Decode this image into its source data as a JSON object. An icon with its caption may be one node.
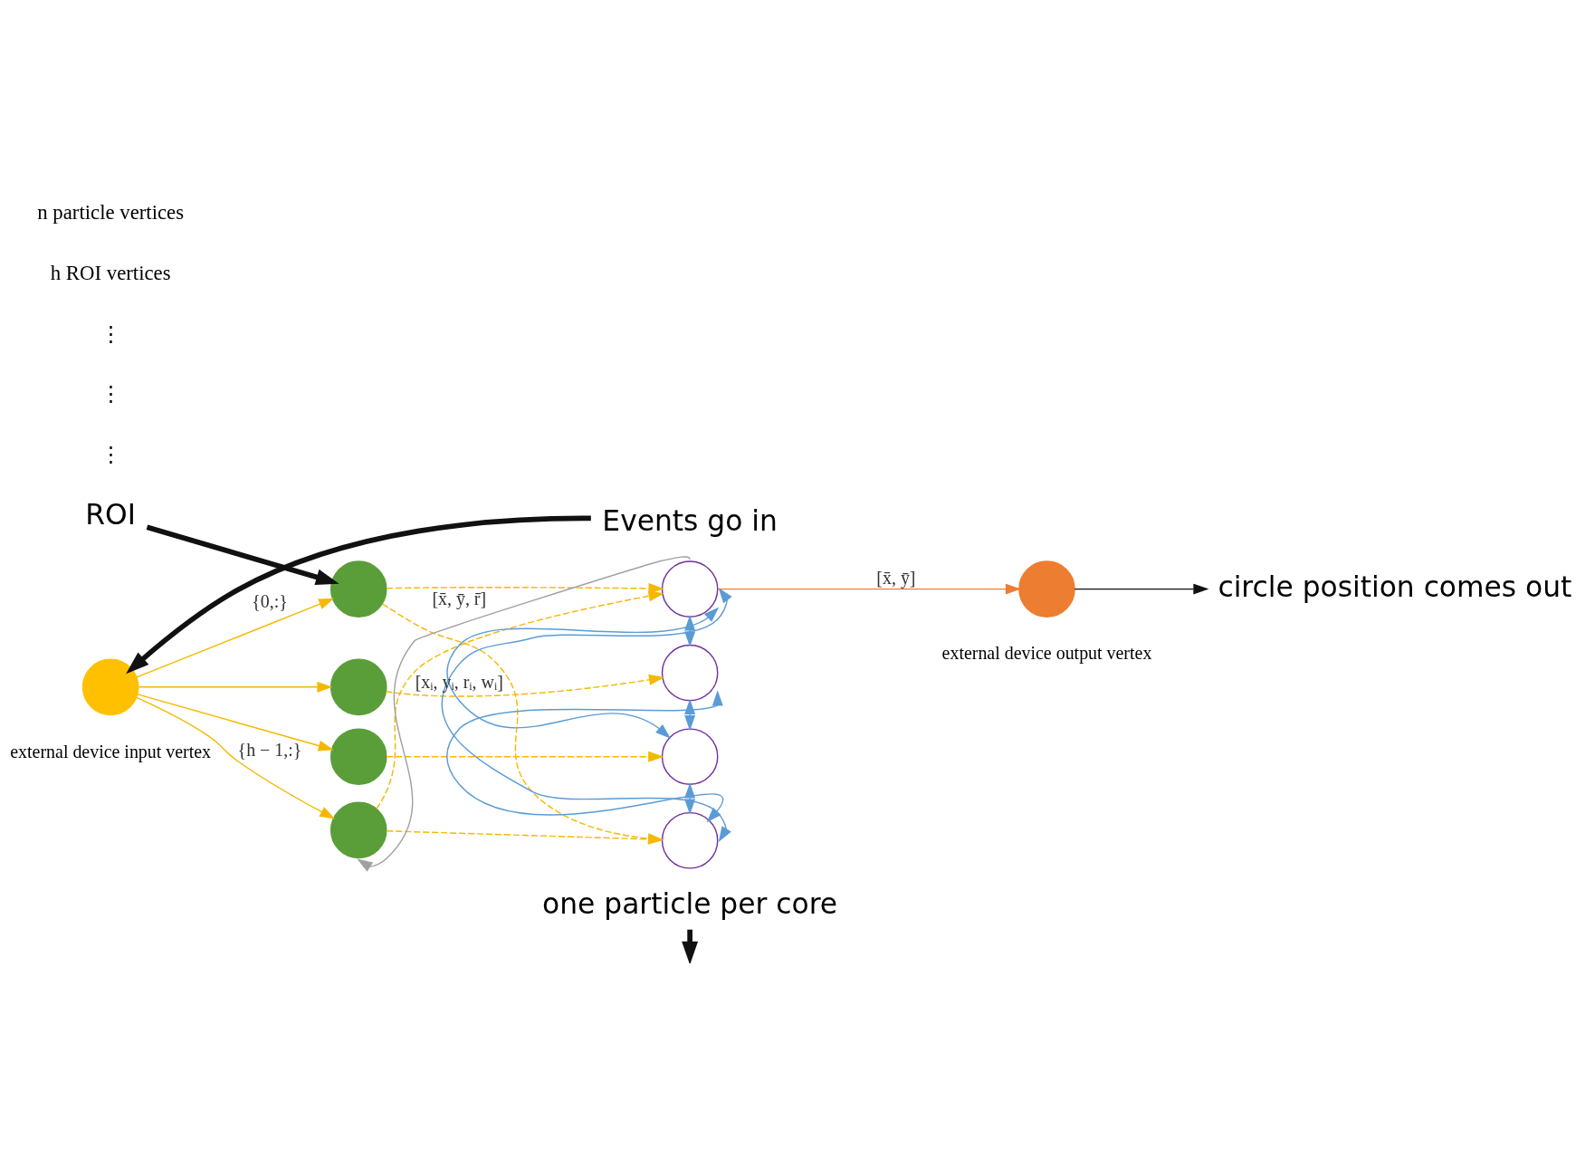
{
  "diagram": {
    "nodes": [
      {
        "text": [],
        "shape": "circle",
        "beside": [
          "external device input vertex"
        ]
      },
      {
        "text": [],
        "shape": "circle"
      },
      {
        "text": [],
        "shape": "circle"
      },
      {
        "text": [],
        "shape": "circle"
      },
      {
        "text": [],
        "shape": "circle"
      },
      {
        "text": [],
        "shape": "circle"
      },
      {
        "text": [],
        "shape": "circle"
      },
      {
        "text": [],
        "shape": "circle"
      },
      {
        "text": [],
        "shape": "circle"
      },
      {
        "text": [],
        "shape": "circle",
        "beside": [
          "external device output vertex"
        ]
      },
      {
        "text": [
          "ROI"
        ]
      },
      {
        "text": [
          "Events go in"
        ]
      },
      {
        "text": [
          "one particle per core"
        ]
      },
      {
        "text": [
          "circle position comes out"
        ]
      }
    ],
    "edges": [
      {
        "from": 0,
        "to": 1,
        "arrow": "to",
        "label": "{0,:}",
        "color": "#f5b800"
      },
      {
        "from": 0,
        "to": 2,
        "arrow": "to",
        "color": "#f5b800"
      },
      {
        "from": 0,
        "to": 3,
        "arrow": "to",
        "color": "#f5b800"
      },
      {
        "from": 0,
        "to": 4,
        "arrow": "to",
        "label": "{h − 1,:}",
        "color": "#f5b800"
      },
      {
        "from": 1,
        "to": 5,
        "arrow": "to",
        "style": "dashed",
        "color": "#f5b800"
      },
      {
        "from": 2,
        "to": 6,
        "arrow": "to",
        "style": "dashed",
        "color": "#f5b800"
      },
      {
        "from": 3,
        "to": 7,
        "arrow": "to",
        "style": "dashed",
        "color": "#f5b800"
      },
      {
        "from": 4,
        "to": 8,
        "arrow": "to",
        "style": "dashed",
        "color": "#f5b800"
      },
      {
        "from": 1,
        "to": 8,
        "arrow": "to",
        "style": "dashed",
        "color": "#f5b800"
      },
      {
        "from": 4,
        "to": 5,
        "arrow": "to",
        "style": "dashed",
        "color": "#f5b800"
      },
      {
        "from": 5,
        "to": 4,
        "arrow": "to",
        "label": "[x̄, ȳ, r̄]",
        "color": "#a0a0a0"
      },
      {
        "from": 5,
        "to": 6,
        "arrow": "both",
        "color": "#5b9bd5"
      },
      {
        "from": 5,
        "to": 7,
        "arrow": "both",
        "color": "#5b9bd5"
      },
      {
        "from": 5,
        "to": 8,
        "arrow": "both",
        "label": "[xᵢ, yᵢ, rᵢ, wᵢ]",
        "color": "#5b9bd5"
      },
      {
        "from": 6,
        "to": 7,
        "arrow": "both",
        "color": "#5b9bd5"
      },
      {
        "from": 6,
        "to": 8,
        "arrow": "both",
        "color": "#5b9bd5"
      },
      {
        "from": 7,
        "to": 8,
        "arrow": "both",
        "color": "#5b9bd5"
      },
      {
        "from": 5,
        "to": 9,
        "arrow": "to",
        "label": "[x̄, ȳ]",
        "color": "#ed7d31"
      },
      {
        "from": 10,
        "to": 1,
        "arrow": "to",
        "style": "thick",
        "color": "#111111"
      },
      {
        "from": 11,
        "to": 0,
        "arrow": "to",
        "style": "thick",
        "color": "#111111"
      },
      {
        "from": 12,
        "to": null,
        "arrow": "to",
        "style": "thick",
        "color": "#111111"
      },
      {
        "from": 9,
        "to": 13,
        "arrow": "to",
        "color": "#111111"
      }
    ],
    "labels": [
      "⋮",
      "⋮",
      "⋮",
      "h ROI vertices",
      "n particle vertices"
    ]
  }
}
